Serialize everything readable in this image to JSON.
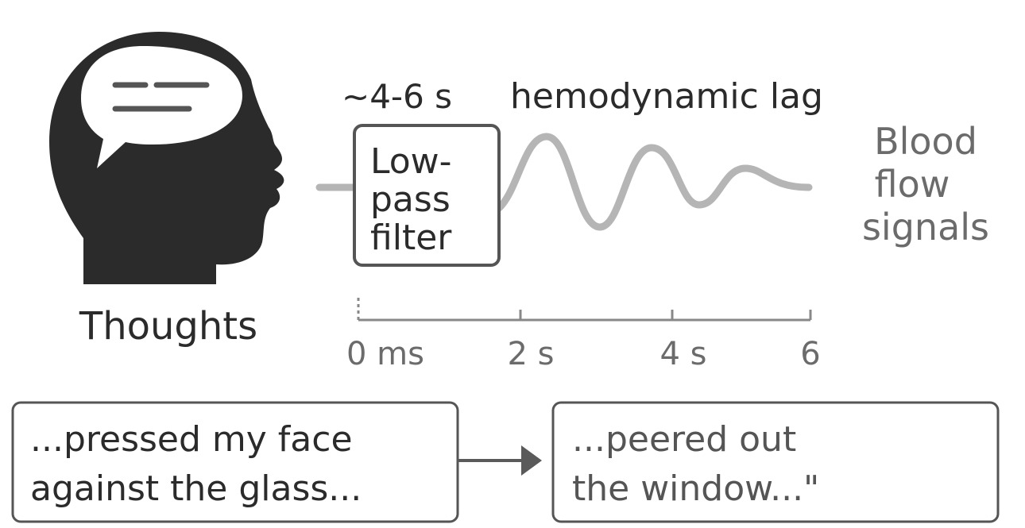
{
  "head": {
    "label": "Thoughts",
    "icon": "head-silhouette-icon",
    "bubble_icon": "speech-bubble-icon"
  },
  "filter": {
    "lag_value": "~4-6 s",
    "lag_label": "hemodynamic lag",
    "box_line1": "Low-",
    "box_line2": "pass",
    "box_line3": "filter"
  },
  "output": {
    "line1": "Blood",
    "line2": "flow",
    "line3": "signals"
  },
  "timeline": {
    "ticks": [
      "0 ms",
      "2 s",
      "4 s",
      "6"
    ]
  },
  "phrases": {
    "original_line1": "...pressed my  face",
    "original_line2": "against the glass...",
    "decoded_line1": "...peered out",
    "decoded_line2": "the window...\""
  },
  "colors": {
    "head": "#2b2b2b",
    "bubble_lines": "#555555",
    "box_stroke": "#555555",
    "wave": "#b5b5b5",
    "axis": "#888888",
    "arrow": "#5a5a5a"
  }
}
